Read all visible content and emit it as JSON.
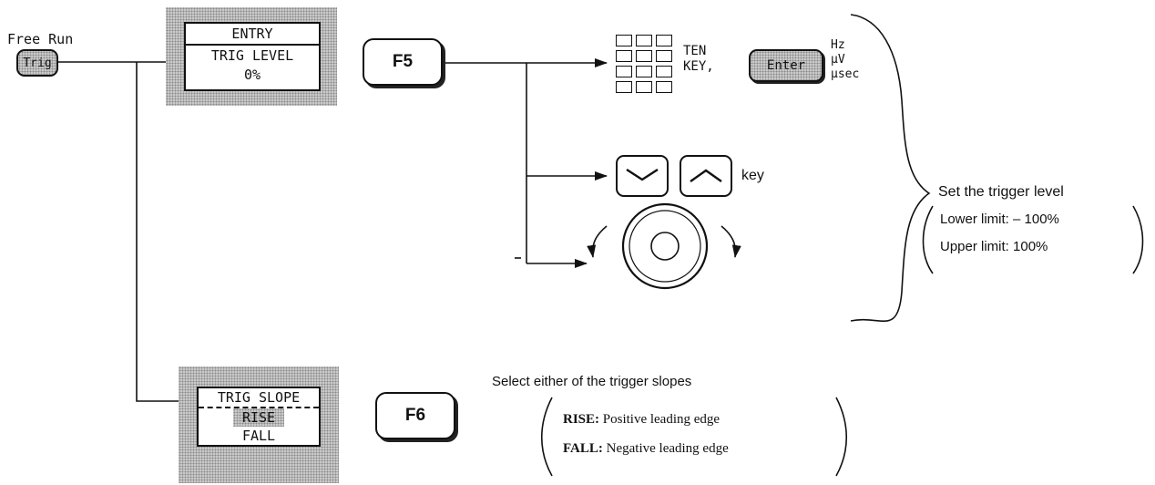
{
  "free_run_label": "Free Run",
  "trig_key_label": "Trig",
  "entry_display": {
    "title": "ENTRY",
    "line1": "TRIG LEVEL",
    "line2": "0%"
  },
  "f5_label": "F5",
  "ten_key": {
    "line1": "TEN",
    "line2": "KEY,"
  },
  "enter_key_label": "Enter",
  "units": [
    "Hz",
    "μV",
    "μsec"
  ],
  "key_word": "key",
  "set_trigger_level": "Set the trigger level",
  "lower_limit": "Lower limit:  – 100%",
  "upper_limit": "Upper limit:  100%",
  "slope_display": {
    "title": "TRIG SLOPE",
    "line1": "RISE",
    "line2": "FALL"
  },
  "f6_label": "F6",
  "select_slopes": "Select either of the trigger slopes",
  "rise_label": "RISE:",
  "rise_desc": "Positive leading edge",
  "fall_label": "FALL:",
  "fall_desc": "Negative leading edge"
}
